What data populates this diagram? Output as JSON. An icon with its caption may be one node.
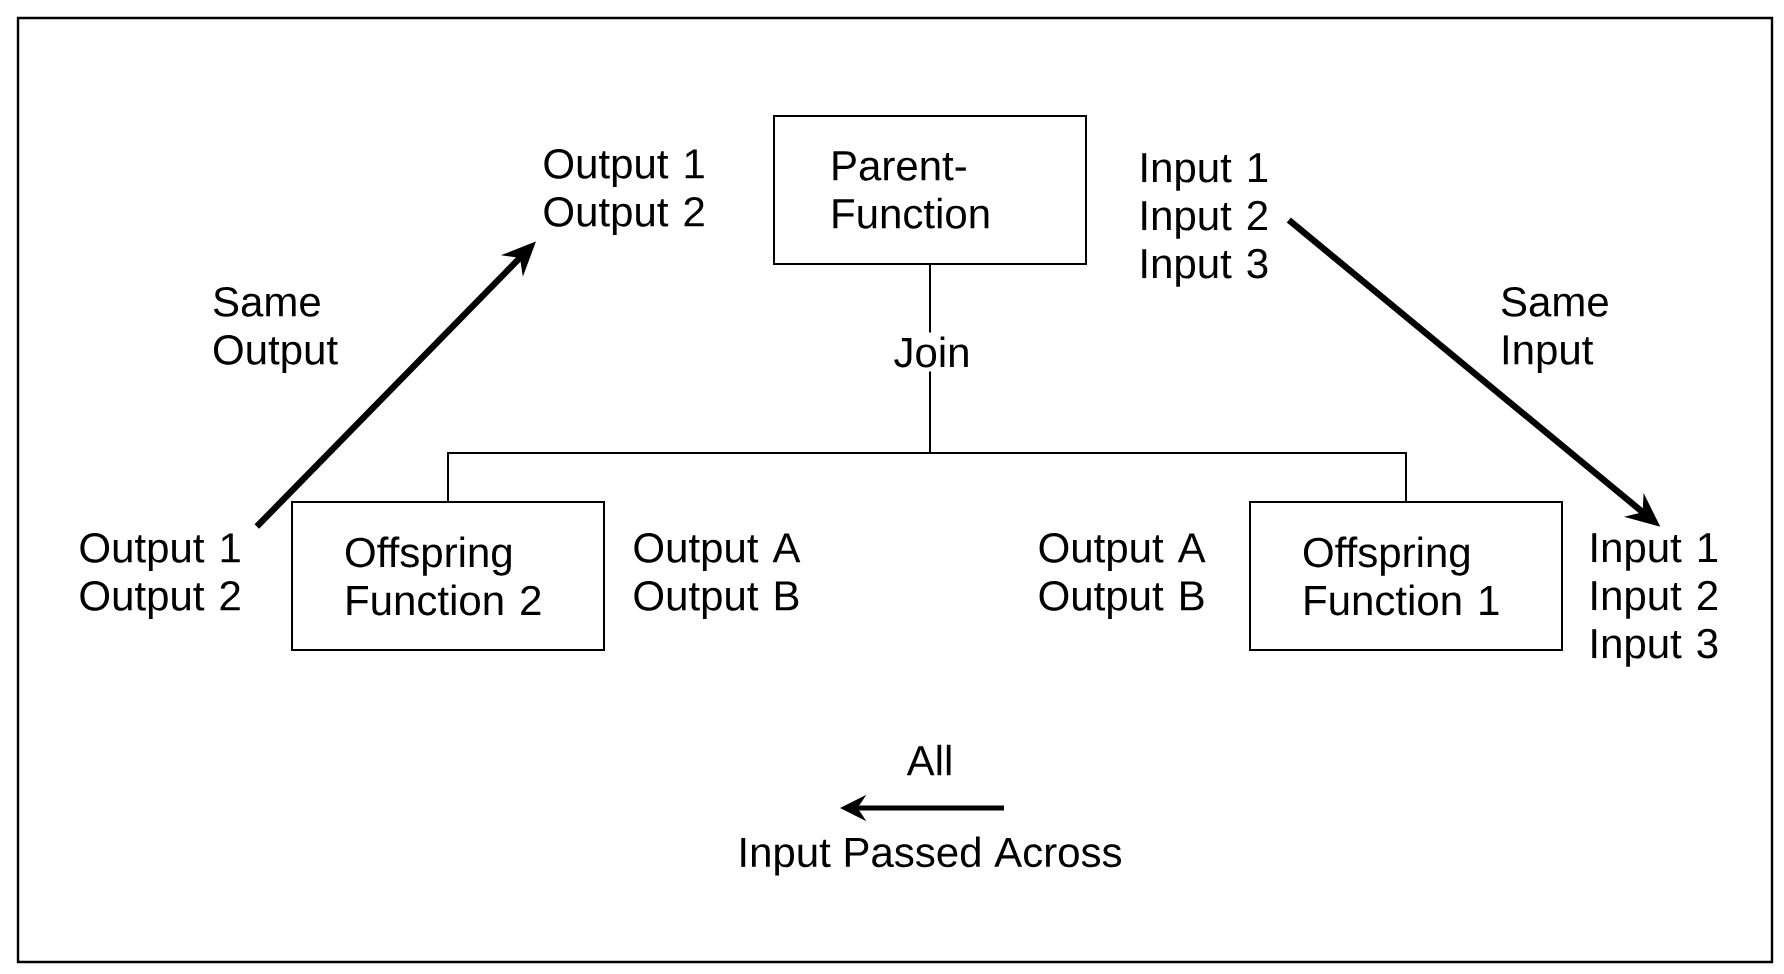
{
  "diagram": {
    "nodes": [
      {
        "text": [
          "Parent- Function"
        ]
      },
      {
        "text": [
          "Offspring Function 2"
        ],
        "beside": [
          "Output A Output B"
        ]
      },
      {
        "text": [
          "Offspring Function 1"
        ],
        "beside": [
          "Output A Output B"
        ]
      },
      {
        "text": [
          "Output 1 Output 2"
        ]
      },
      {
        "text": [
          "Input 1 Input 2 Input 3"
        ]
      },
      {
        "text": [
          "Output 1 Output 2"
        ]
      },
      {
        "text": [
          "Input 1 Input 2 Input 3"
        ]
      }
    ],
    "edges": [
      {
        "from": 5,
        "to": 3,
        "arrow": "to",
        "label": "Same Output",
        "style": "thick"
      },
      {
        "from": 4,
        "to": 6,
        "arrow": "to",
        "label": "Same Input",
        "style": "thick"
      },
      {
        "from": 0,
        "to": 1,
        "arrow": "none",
        "label": "Join"
      },
      {
        "from": 0,
        "to": 2,
        "arrow": "none"
      }
    ],
    "labels": [
      "All",
      "Input Passed Across"
    ]
  }
}
